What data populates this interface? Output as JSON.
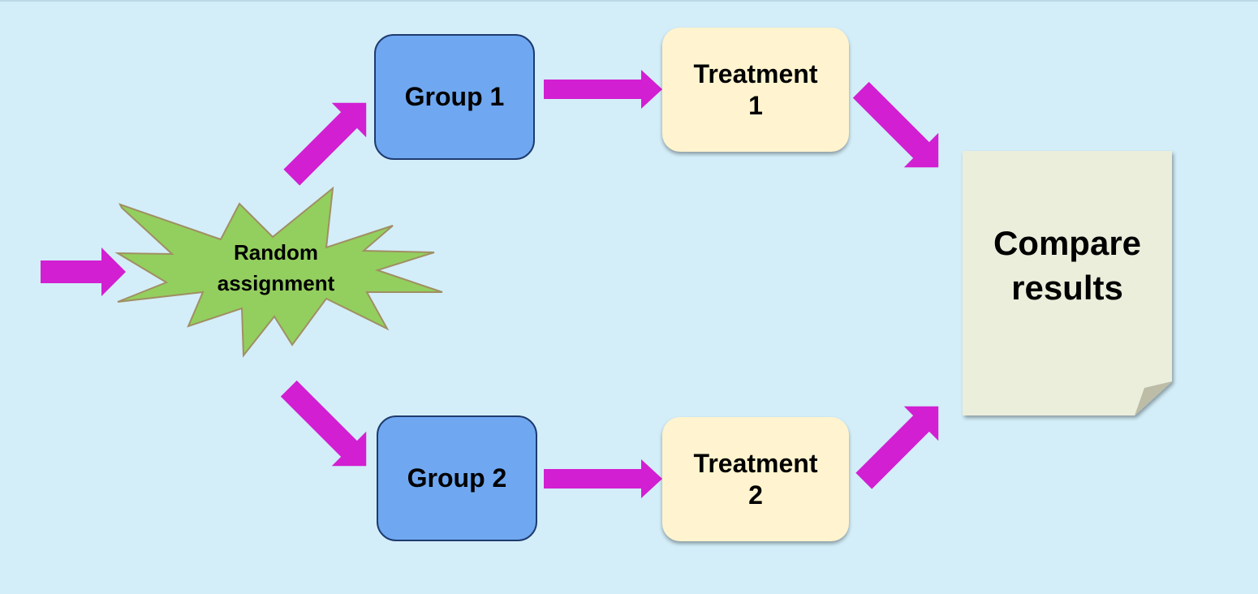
{
  "diagram": {
    "start": {
      "label": "Random assignment"
    },
    "groups": [
      {
        "label": "Group 1"
      },
      {
        "label": "Group 2"
      }
    ],
    "treatments": [
      {
        "line1": "Treatment",
        "line2": "1"
      },
      {
        "line1": "Treatment",
        "line2": "2"
      }
    ],
    "result": {
      "line1": "Compare",
      "line2": "results"
    }
  },
  "colors": {
    "background": "#d3eef9",
    "arrow": "#d21fd2",
    "group_fill": "#6fa8f1",
    "treatment_fill": "#fff4cf",
    "starburst_fill": "#93cf5e",
    "document_fill": "#ebeedb"
  }
}
